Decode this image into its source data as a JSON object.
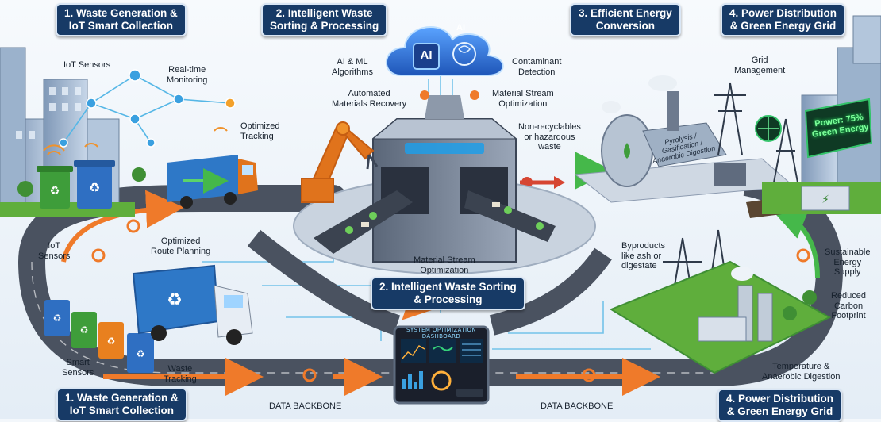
{
  "stages": {
    "stage1_top": "1. Waste Generation &\nIoT Smart Collection",
    "stage2_top": "2. Intelligent Waste\nSorting & Processing",
    "stage3_top": "3. Efficient Energy\nConversion",
    "stage4_top": "4. Power Distribution\n& Green Energy Grid",
    "stage2_center": "2. Intelligent Waste Sorting\n& Processing",
    "stage1_bottom": "1. Waste Generation &\nIoT Smart Collection",
    "stage4_bottom": "4. Power Distribution\n& Green Energy Grid"
  },
  "labels": {
    "iot_sensors_top": "IoT Sensors",
    "realtime_monitoring": "Real-time\nMonitoring",
    "optimized_tracking": "Optimized\nTracking",
    "ai_ml": "AI & ML\nAlgorithms",
    "contaminant": "Contaminant\nDetection",
    "automated_recovery": "Automated\nMaterials Recovery",
    "material_stream_top": "Material Stream\nOptimization",
    "non_recyclables": "Non-recyclables\nor hazardous\nwaste",
    "grid_management": "Grid\nManagement",
    "iot_sensors_left": "IoT\nSensors",
    "optimized_route": "Optimized\nRoute Planning",
    "material_stream_center": "Material Stream\nOptimization",
    "byproducts": "Byproducts\nlike ash or\ndigestate",
    "sustainable_supply": "Sustainable\nEnergy\nSupply",
    "reduced_carbon": "Reduced\nCarbon\nFootprint",
    "smart_sensors": "Smart\nSensors",
    "waste_tracking": "Waste\nTracking",
    "temp_anaerobic": "Temperature &\nAnaerobic Digestion",
    "data_backbone_left": "DATA BACKBONE",
    "data_backbone_right": "DATA BACKBONE"
  },
  "signs": {
    "power_sign": "Power: 75%\nGreen Energy",
    "pyrolysis": "Pyrolysis /\nGasification /\nAnaerobic Digestion",
    "cloud_ai": "AI",
    "cloud_ai_small": "AI",
    "dashboard_title": "SYSTEM OPTIMIZATION DASHBOARD"
  },
  "colors": {
    "banner_bg": "#173a66",
    "road": "#4a5260",
    "flow_arrow": "#ef7a2a",
    "cloud": "#2d6fd6",
    "grass": "#5fae3c",
    "bin_green": "#3e9d3a",
    "bin_blue": "#2f6fc2",
    "bin_orange": "#e8801f",
    "truck_blue": "#2e78c7",
    "robot_arm": "#e0731c",
    "data_line": "#56b7e6"
  }
}
